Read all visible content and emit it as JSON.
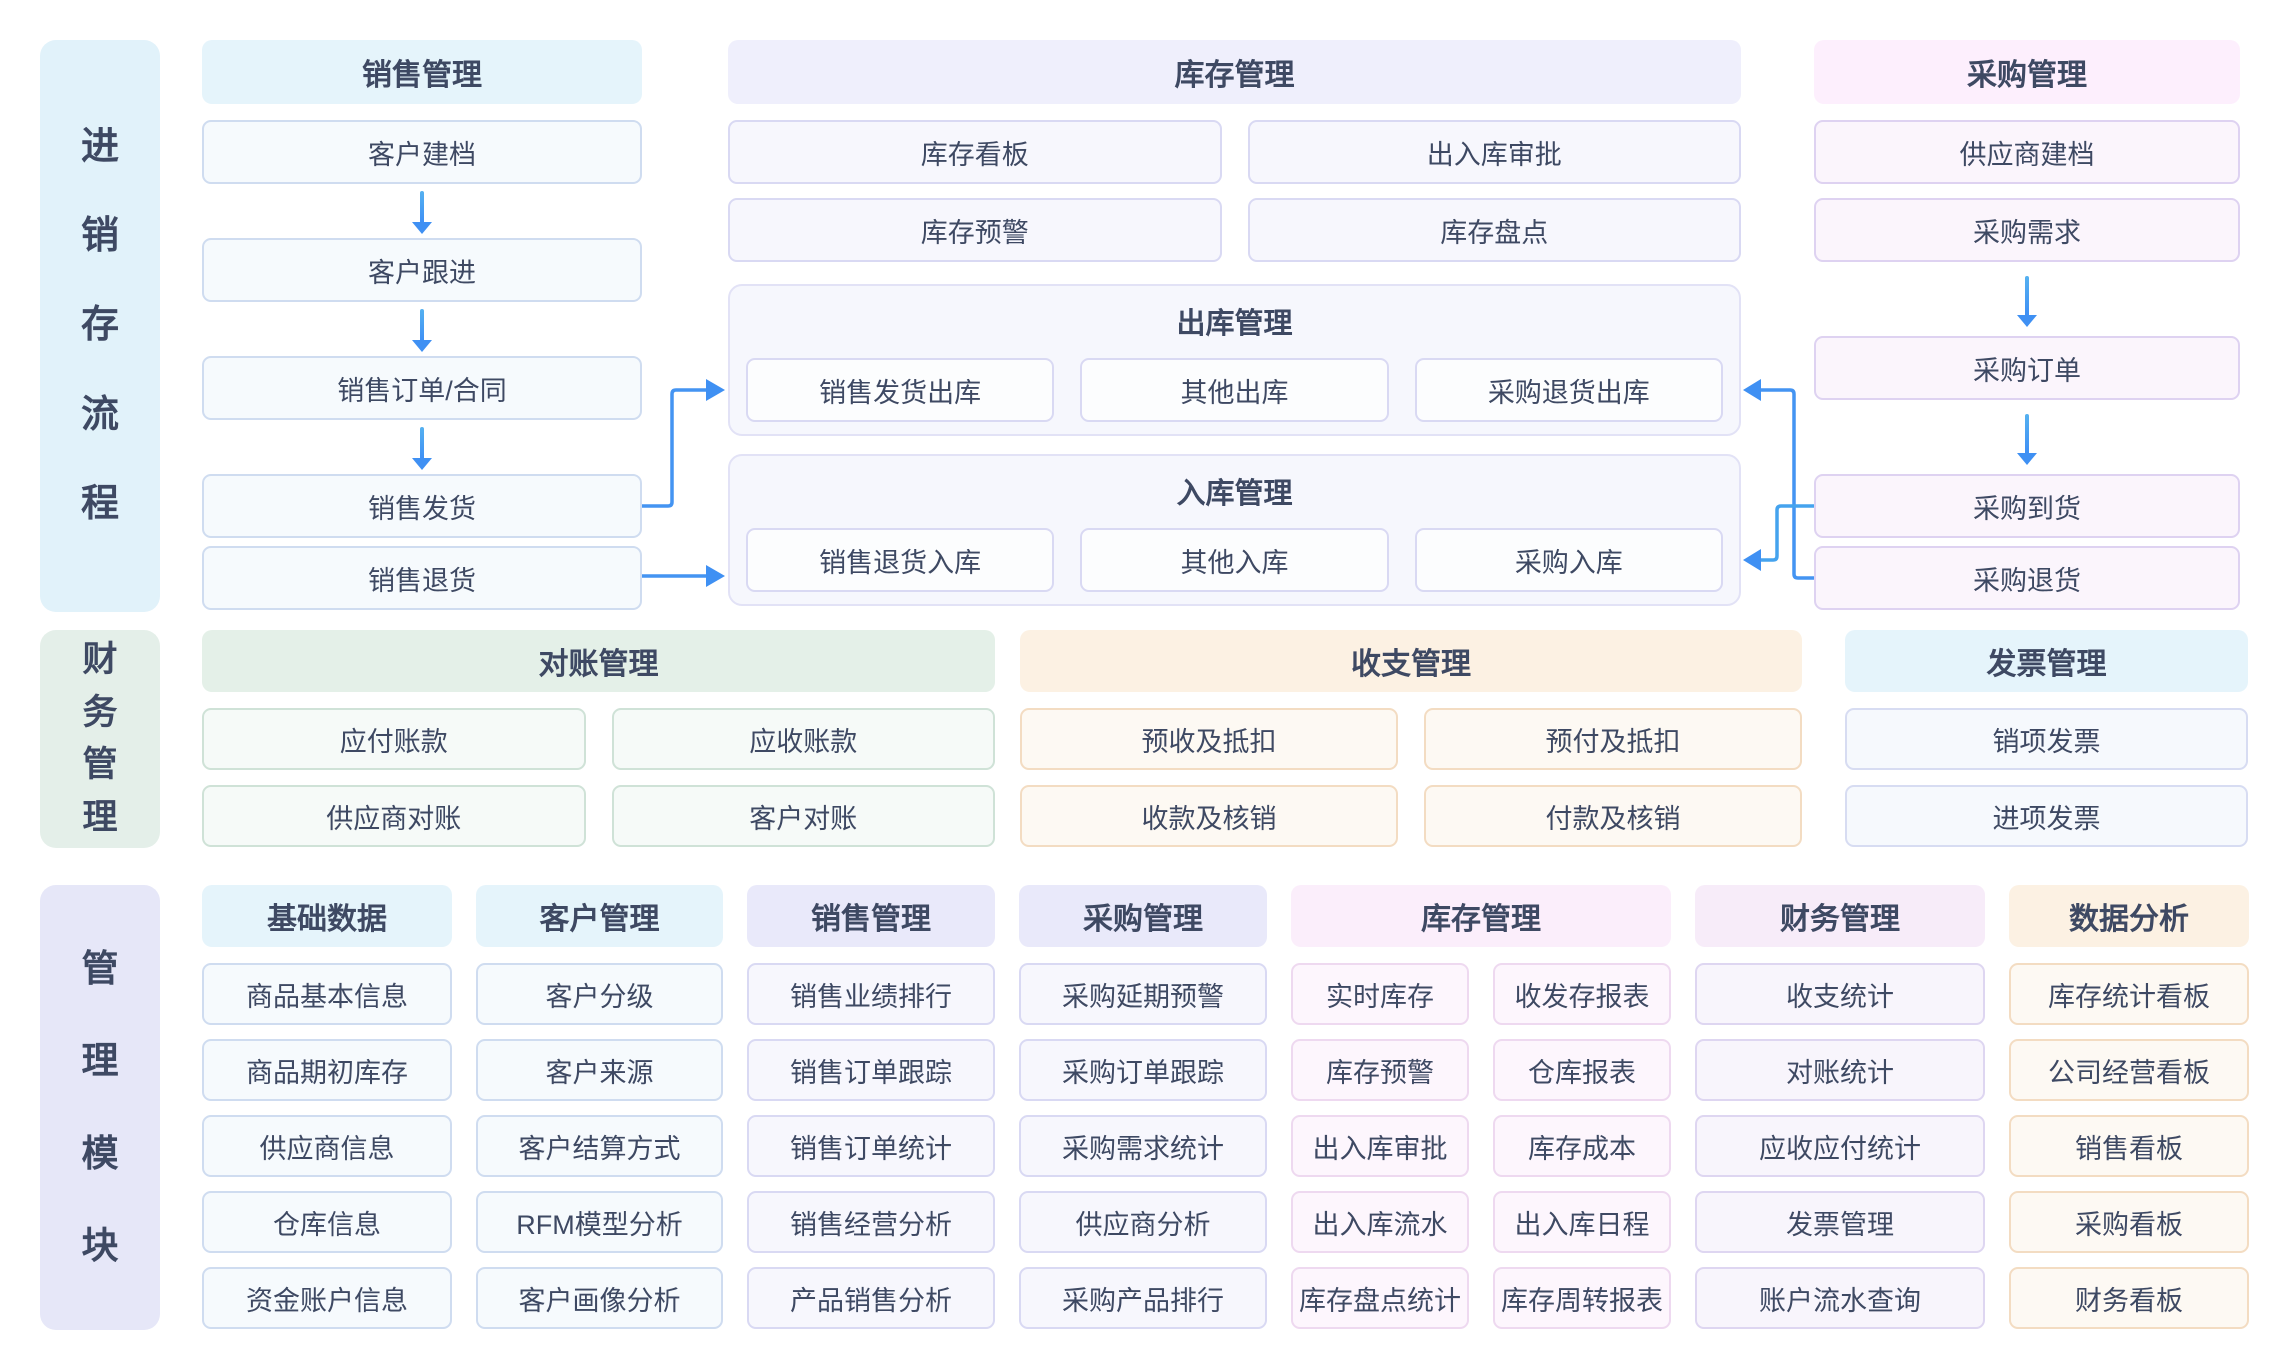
{
  "colors": {
    "arrow_blue": "#3f90f3",
    "text": "#3e4963",
    "sidebar_flow_bg": "#e1f2fa",
    "sidebar_finance_bg": "#e4efe9",
    "sidebar_modules_bg": "#e6e7f8",
    "header_cyan": "#e5f4fb",
    "header_lavender": "#efeffc",
    "header_pink": "#fdeffd",
    "header_green": "#e4f0e8",
    "header_orange": "#fcf1e3"
  },
  "flow": {
    "sidebar": "进销存流程",
    "sales": {
      "header": "销售管理",
      "items": [
        "客户建档",
        "客户跟进",
        "销售订单/合同",
        "销售发货",
        "销售退货"
      ]
    },
    "inventory": {
      "header": "库存管理",
      "items": [
        "库存看板",
        "出入库审批",
        "库存预警",
        "库存盘点"
      ],
      "outbound": {
        "header": "出库管理",
        "items": [
          "销售发货出库",
          "其他出库",
          "采购退货出库"
        ]
      },
      "inbound": {
        "header": "入库管理",
        "items": [
          "销售退货入库",
          "其他入库",
          "采购入库"
        ]
      }
    },
    "purchase": {
      "header": "采购管理",
      "items": [
        "供应商建档",
        "采购需求",
        "采购订单",
        "采购到货",
        "采购退货"
      ]
    }
  },
  "finance": {
    "sidebar": "财务管理",
    "reconciliation": {
      "header": "对账管理",
      "items": [
        "应付账款",
        "应收账款",
        "供应商对账",
        "客户对账"
      ]
    },
    "cashflow": {
      "header": "收支管理",
      "items": [
        "预收及抵扣",
        "预付及抵扣",
        "收款及核销",
        "付款及核销"
      ]
    },
    "invoice": {
      "header": "发票管理",
      "items": [
        "销项发票",
        "进项发票"
      ]
    }
  },
  "modules": {
    "sidebar": "管理模块",
    "basic": {
      "header": "基础数据",
      "items": [
        "商品基本信息",
        "商品期初库存",
        "供应商信息",
        "仓库信息",
        "资金账户信息"
      ]
    },
    "customer": {
      "header": "客户管理",
      "items": [
        "客户分级",
        "客户来源",
        "客户结算方式",
        "RFM模型分析",
        "客户画像分析"
      ]
    },
    "sales": {
      "header": "销售管理",
      "items": [
        "销售业绩排行",
        "销售订单跟踪",
        "销售订单统计",
        "销售经营分析",
        "产品销售分析"
      ]
    },
    "purchase": {
      "header": "采购管理",
      "items": [
        "采购延期预警",
        "采购订单跟踪",
        "采购需求统计",
        "供应商分析",
        "采购产品排行"
      ]
    },
    "inventory": {
      "header": "库存管理",
      "left": [
        "实时库存",
        "库存预警",
        "出入库审批",
        "出入库流水",
        "库存盘点统计"
      ],
      "right": [
        "收发存报表",
        "仓库报表",
        "库存成本",
        "出入库日程",
        "库存周转报表"
      ]
    },
    "finance": {
      "header": "财务管理",
      "items": [
        "收支统计",
        "对账统计",
        "应收应付统计",
        "发票管理",
        "账户流水查询"
      ]
    },
    "analysis": {
      "header": "数据分析",
      "items": [
        "库存统计看板",
        "公司经营看板",
        "销售看板",
        "采购看板",
        "财务看板"
      ]
    }
  }
}
